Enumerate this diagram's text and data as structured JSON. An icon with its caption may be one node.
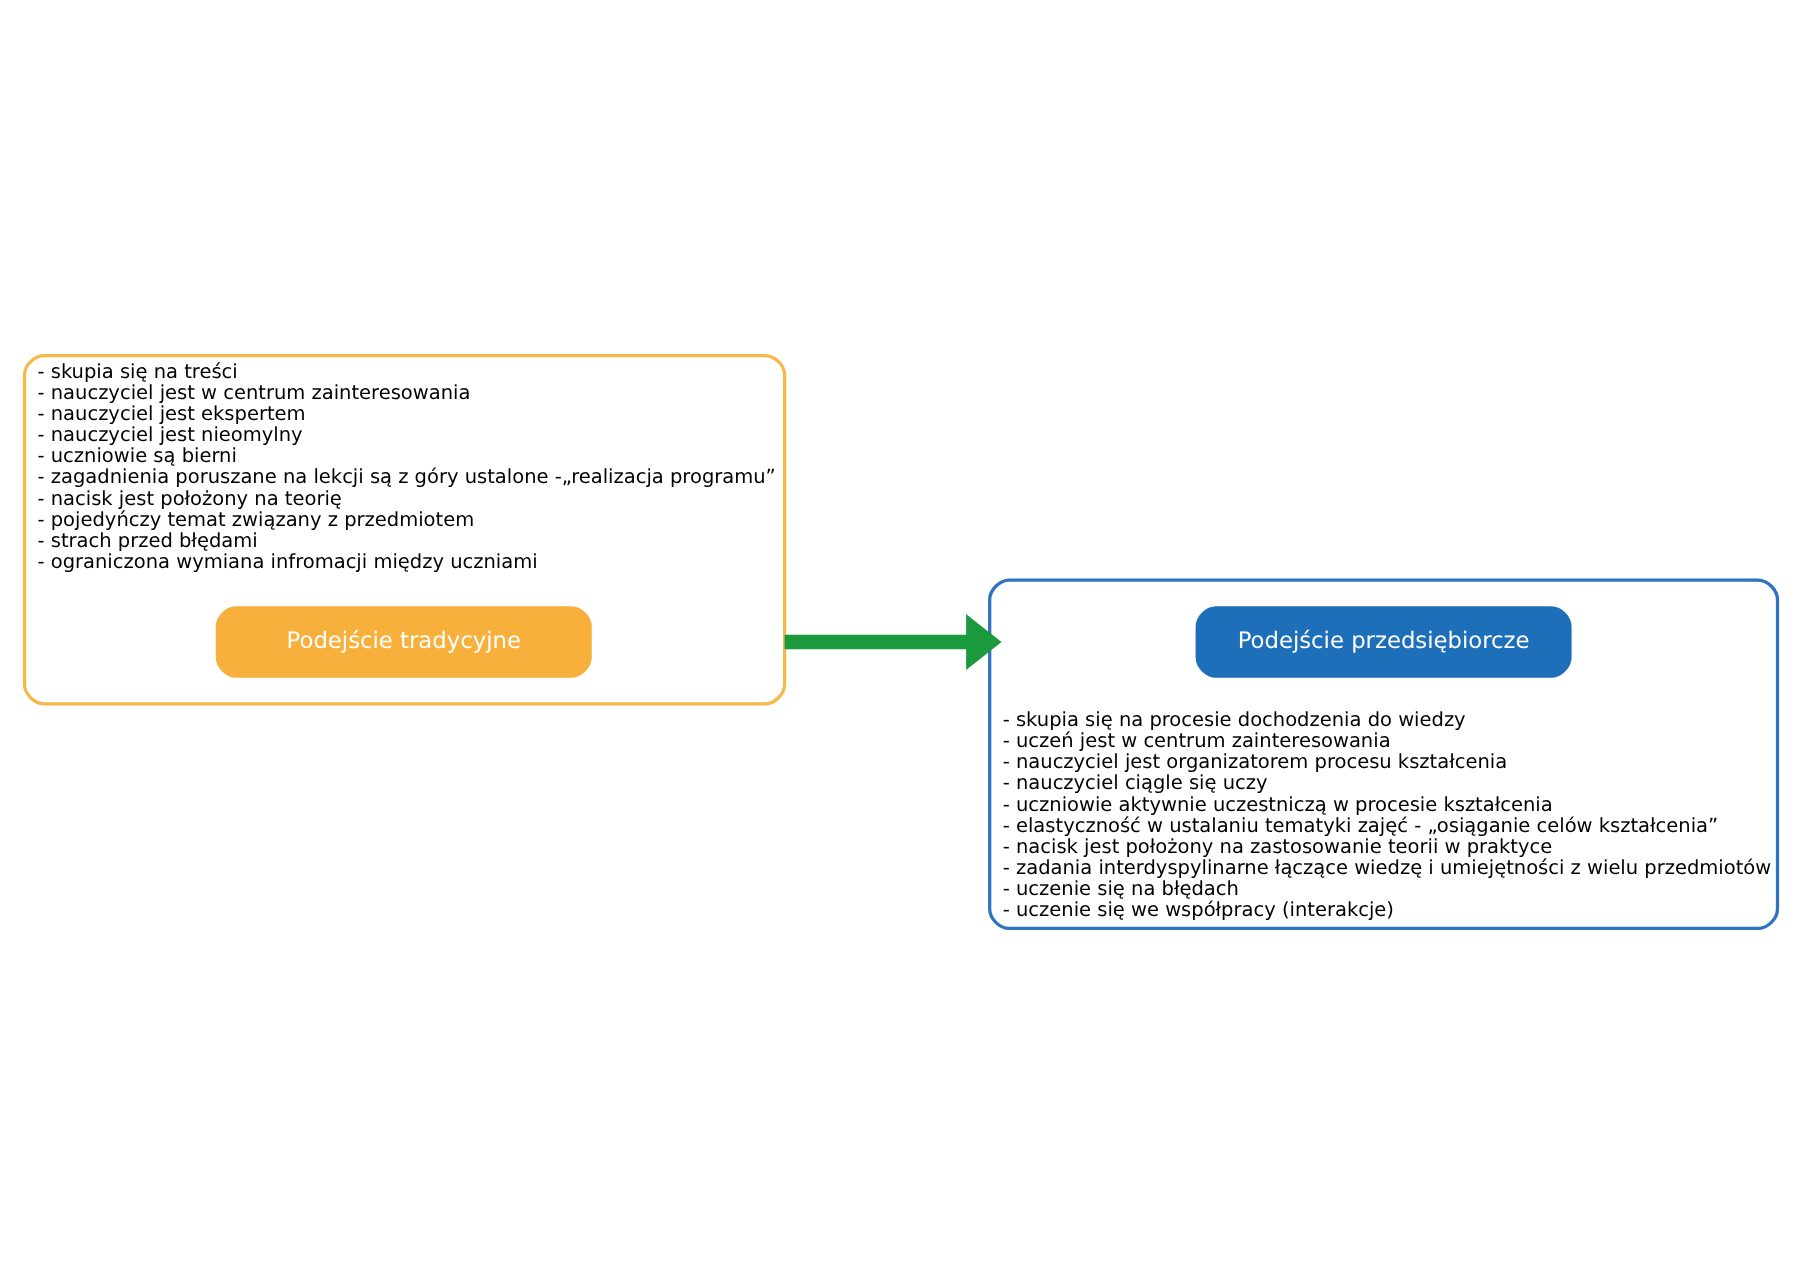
{
  "diagram": {
    "nodes": [
      {
        "text": [
          "- skupia się na treści",
          "- nauczyciel jest w centrum zainteresowania",
          "- nauczyciel jest ekspertem",
          "- nauczyciel jest nieomylny",
          "- uczniowie są bierni",
          "- zagadnienia poruszane na lekcji są z góry ustalone -„realizacja programu”",
          "- nacisk jest położony na teorię",
          "- pojedyńczy temat związany z przedmiotem",
          "- strach przed błędami",
          "- ograniczona wymiana infromacji między uczniami"
        ]
      },
      {
        "text": [
          "Podejście tradycyjne"
        ],
        "in": 0
      },
      {
        "text": [
          "- skupia się na procesie dochodzenia do wiedzy",
          "- uczeń jest w centrum zainteresowania",
          "- nauczyciel jest organizatorem procesu kształcenia",
          "- nauczyciel ciągle się uczy",
          "- uczniowie aktywnie uczestniczą w procesie kształcenia",
          "- elastyczność w ustalaniu tematyki zajęć - „osiąganie celów kształcenia”",
          "- nacisk jest położony na zastosowanie teorii w praktyce",
          "- zadania interdyspylinarne łączące wiedzę i umiejętności z wielu przedmiotów",
          "- uczenie się na błędach",
          "- uczenie się we współpracy (interakcje)"
        ]
      },
      {
        "text": [
          "Podejście przedsiębiorcze"
        ],
        "in": 2
      }
    ],
    "edges": [
      {
        "from": 0,
        "to": 2,
        "arrow": "to",
        "color": "#1a9a3c"
      }
    ]
  }
}
